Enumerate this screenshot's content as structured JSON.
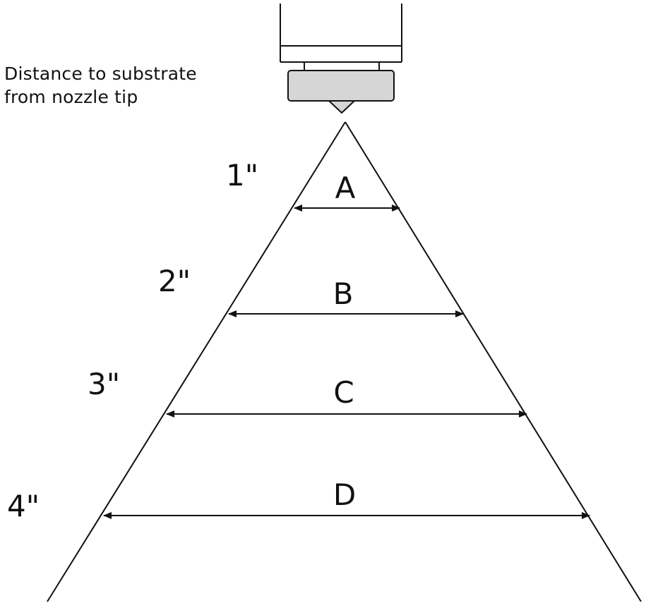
{
  "caption": {
    "line1": "Distance to substrate",
    "line2": "from nozzle tip"
  },
  "distances": [
    "1\"",
    "2\"",
    "3\"",
    "4\""
  ],
  "spans": [
    "A",
    "B",
    "C",
    "D"
  ]
}
